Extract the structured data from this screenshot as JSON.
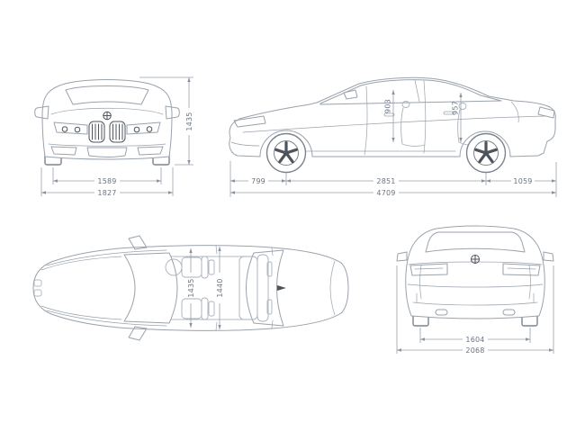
{
  "title": "vehicle-dimensions-blueprint",
  "colors": {
    "background": "#ffffff",
    "body_line": "#9aa2ac",
    "dark_accent": "#4d545c",
    "dimension_line": "#98a1ab",
    "label_text": "#6b7480"
  },
  "views": {
    "front": {
      "dims": {
        "height": "1435",
        "track": "1589",
        "width": "1827"
      }
    },
    "side": {
      "dims": {
        "headroom_front": "903",
        "headroom_rear": "957",
        "overhang_front": "799",
        "wheelbase": "2851",
        "overhang_rear": "1059",
        "length": "4709"
      }
    },
    "top": {
      "dims": {
        "interior_width_front": "1435",
        "interior_width_rear": "1440"
      }
    },
    "rear": {
      "dims": {
        "track": "1604",
        "width_with_mirrors": "2068"
      }
    }
  }
}
